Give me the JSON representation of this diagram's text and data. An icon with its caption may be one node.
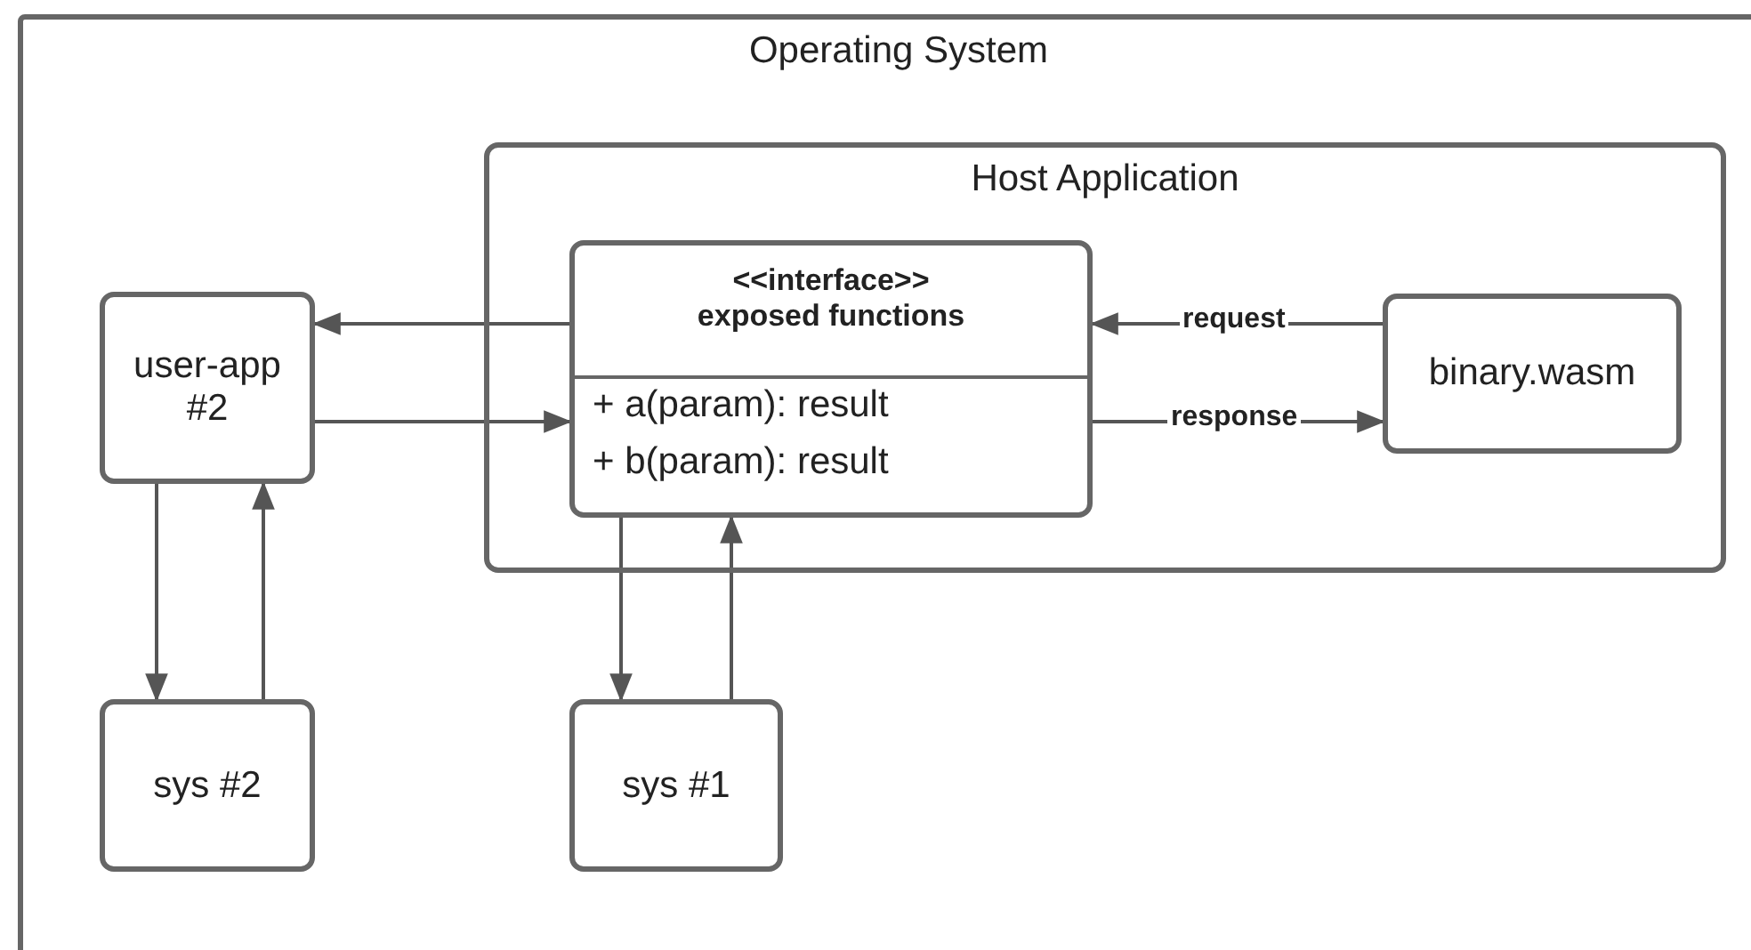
{
  "diagram": {
    "nodes": [
      {
        "text": [
          "Operating System"
        ]
      },
      {
        "text": [
          "Host Application"
        ],
        "in": 0
      },
      {
        "text": [
          "<<interface>> exposed functions",
          "+ a(param): result",
          "+ b(param): result"
        ],
        "in": 1
      },
      {
        "text": [
          "binary.wasm"
        ],
        "in": 1
      },
      {
        "text": [
          "user-app #2"
        ],
        "in": 0
      },
      {
        "text": [
          "sys #2"
        ],
        "in": 0
      },
      {
        "text": [
          "sys #1"
        ],
        "in": 0
      }
    ],
    "edges": [
      {
        "from": 2,
        "to": 4,
        "arrow": "to"
      },
      {
        "from": 4,
        "to": 2,
        "arrow": "to"
      },
      {
        "from": 3,
        "to": 2,
        "arrow": "to",
        "label": "request"
      },
      {
        "from": 2,
        "to": 3,
        "arrow": "to",
        "label": "response"
      },
      {
        "from": 4,
        "to": 5,
        "arrow": "to"
      },
      {
        "from": 5,
        "to": 4,
        "arrow": "to"
      },
      {
        "from": 2,
        "to": 6,
        "arrow": "to"
      },
      {
        "from": 6,
        "to": 2,
        "arrow": "to"
      }
    ]
  }
}
